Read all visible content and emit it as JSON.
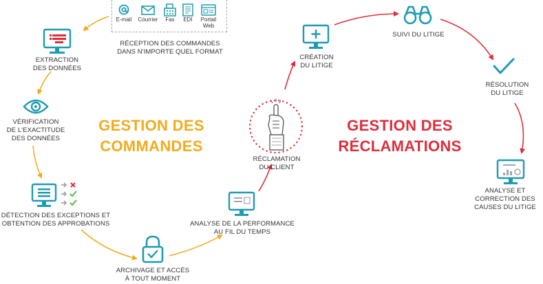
{
  "colors": {
    "teal": "#1d9bb0",
    "orange": "#f0ac1c",
    "red": "#de2d3b",
    "text": "#333333",
    "grey": "#9ea7ad"
  },
  "formats": {
    "items": [
      {
        "label": "E-mail",
        "icon": "at-sign-icon"
      },
      {
        "label": "Courrier",
        "icon": "envelope-icon"
      },
      {
        "label": "Fax",
        "icon": "fax-icon"
      },
      {
        "label": "EDI",
        "icon": "edi-document-icon"
      },
      {
        "label": "Portail\nWeb",
        "icon": "web-portal-icon"
      }
    ]
  },
  "steps": {
    "reception": "RÉCEPTION DES COMMANDES\nDANS N'IMPORTE QUEL FORMAT",
    "extraction": "EXTRACTION\nDES DONNÉES",
    "verification": "VÉRIFICATION\nDE L'EXACTITUDE\nDES DONNÉES",
    "detection": "DÉTECTION DES EXCEPTIONS ET\nOBTENTION DES APPROBATIONS",
    "archivage": "ARCHIVAGE ET ACCÈS\nÀ TOUT MOMENT",
    "analyse_perf": "ANALYSE DE LA PERFORMANCE\nAU FIL DU TEMPS",
    "reclamation": "RÉCLAMATION\nDU CLIENT",
    "creation": "CRÉATION\nDU LITIGE",
    "suivi": "SUIVI DU LITIGE",
    "resolution": "RÉSOLUTION\nDU LITIGE",
    "analyse_correction": "ANALYSE ET\nCORRECTION DES\nCAUSES DU LITIGE"
  },
  "titles": {
    "commandes": "GESTION DES\nCOMMANDES",
    "reclamations": "GESTION DES\nRÉCLAMATIONS"
  }
}
